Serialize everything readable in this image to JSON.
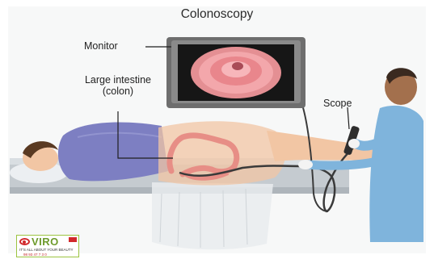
{
  "title": "Colonoscopy",
  "labels": {
    "monitor": "Monitor",
    "colon": "Large intestine (colon)",
    "scope": "Scope"
  },
  "watermark": {
    "brand": "VIRO",
    "tagline": "IT'S ALL ABOUT YOUR BEAUTY",
    "phone": "98 93 47 7 3 0"
  },
  "colors": {
    "background": "#f7f8f8",
    "gown": "#7d7fc2",
    "skin": "#f2c6a4",
    "colon": "#e78e86",
    "scrubs": "#7fb4dc",
    "monitor_frame": "#6e6e6e",
    "logo_green": "#6d9a2b",
    "logo_red": "#d1282b"
  }
}
